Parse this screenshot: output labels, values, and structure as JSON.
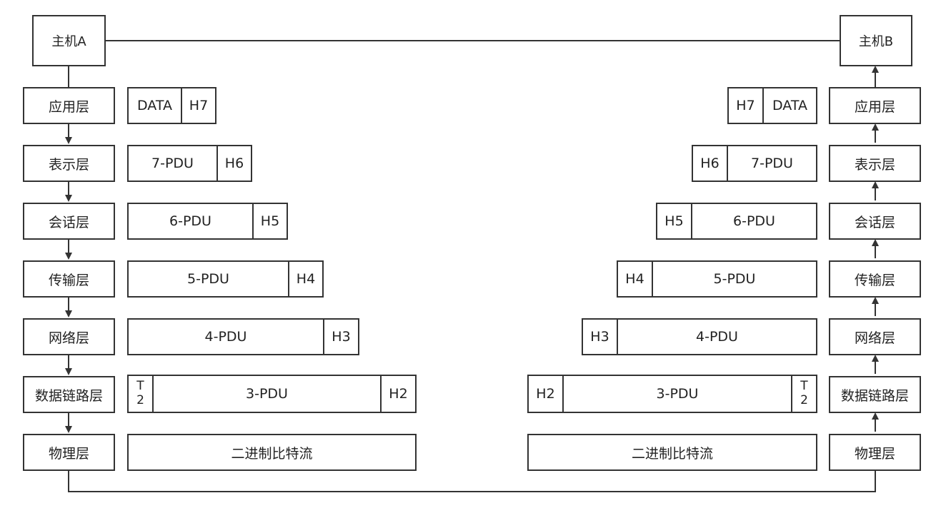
{
  "host_a": {
    "label": "主机A"
  },
  "host_b": {
    "label": "主机B"
  },
  "layers_left": [
    "应用层",
    "表示层",
    "会话层",
    "传输层",
    "网络层",
    "数据链路层",
    "物理层"
  ],
  "layers_right": [
    "应用层",
    "表示层",
    "会话层",
    "传输层",
    "网络层",
    "数据链路层",
    "物理层"
  ],
  "left_pdus": {
    "app": {
      "data": "DATA",
      "header": "H7"
    },
    "presentation": {
      "pdu": "7-PDU",
      "header": "H6"
    },
    "session": {
      "pdu": "6-PDU",
      "header": "H5"
    },
    "transport": {
      "pdu": "5-PDU",
      "header": "H4"
    },
    "network": {
      "pdu": "4-PDU",
      "header": "H3"
    },
    "datalink": {
      "trailer_top": "T",
      "trailer_bottom": "2",
      "pdu": "3-PDU",
      "header": "H2"
    },
    "physical": {
      "bits": "二进制比特流"
    }
  },
  "right_pdus": {
    "app": {
      "header": "H7",
      "data": "DATA"
    },
    "presentation": {
      "header": "H6",
      "pdu": "7-PDU"
    },
    "session": {
      "header": "H5",
      "pdu": "6-PDU"
    },
    "transport": {
      "header": "H4",
      "pdu": "5-PDU"
    },
    "network": {
      "header": "H3",
      "pdu": "4-PDU"
    },
    "datalink": {
      "header": "H2",
      "pdu": "3-PDU",
      "trailer_top": "T",
      "trailer_bottom": "2"
    },
    "physical": {
      "bits": "二进制比特流"
    }
  }
}
